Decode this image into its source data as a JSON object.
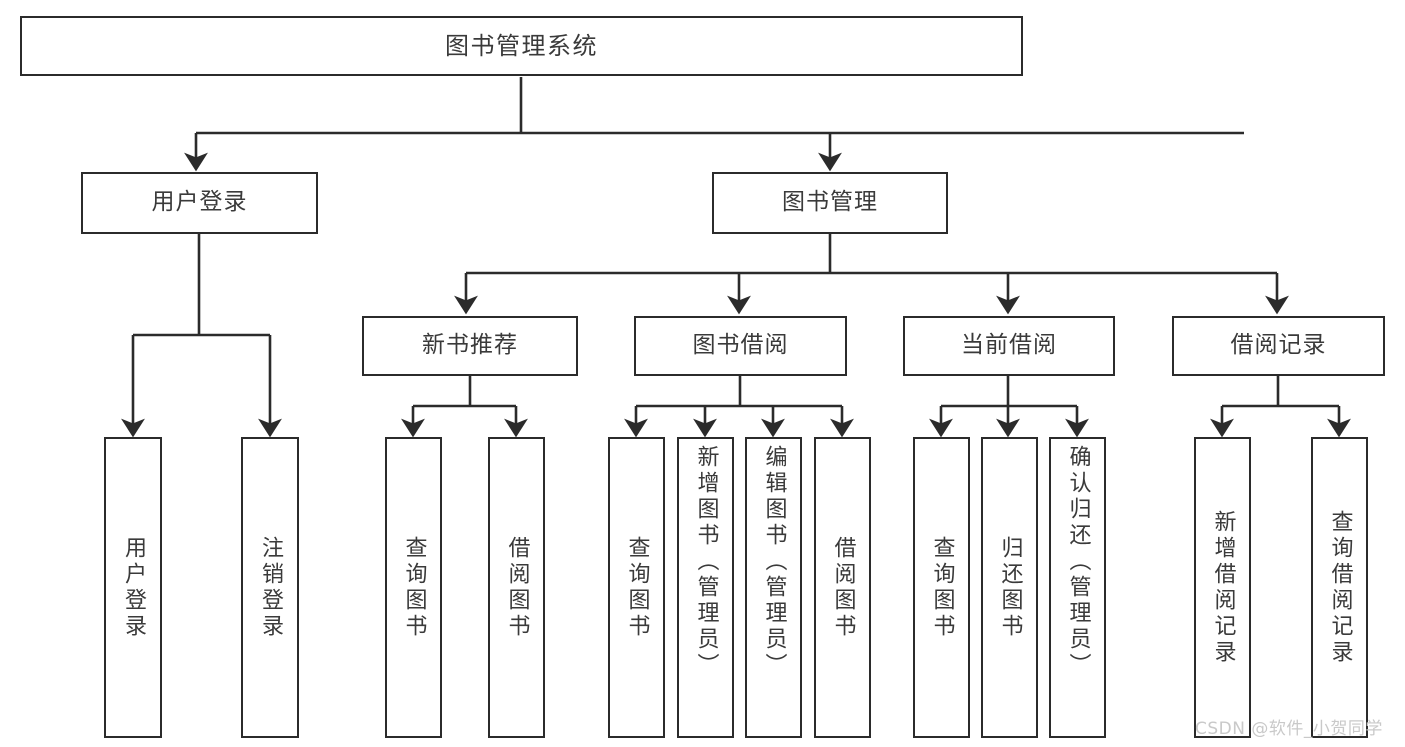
{
  "diagram": {
    "title": "图书管理系统",
    "type": "tree",
    "levels": 4,
    "line_color": "#2b2b2b",
    "text_color": "#3a3a3a",
    "box_fill": "#ffffff",
    "background": "#ffffff"
  },
  "nodes": {
    "root": {
      "label": "图书管理系统"
    },
    "level2": [
      {
        "id": "user-login",
        "label": "用户登录"
      },
      {
        "id": "book-manage",
        "label": "图书管理"
      }
    ],
    "level3": [
      {
        "id": "new-book-recommend",
        "label": "新书推荐"
      },
      {
        "id": "book-borrow",
        "label": "图书借阅"
      },
      {
        "id": "current-borrow",
        "label": "当前借阅"
      },
      {
        "id": "borrow-record",
        "label": "借阅记录"
      }
    ],
    "leaves": [
      {
        "id": "leaf-user-login",
        "label": "用户登录",
        "parent": "user-login"
      },
      {
        "id": "leaf-user-logout",
        "label": "注销登录",
        "parent": "user-login"
      },
      {
        "id": "leaf-query-book-1",
        "label": "查询图书",
        "parent": "new-book-recommend"
      },
      {
        "id": "leaf-borrow-book-1",
        "label": "借阅图书",
        "parent": "new-book-recommend"
      },
      {
        "id": "leaf-query-book-2",
        "label": "查询图书",
        "parent": "book-borrow"
      },
      {
        "id": "leaf-add-book",
        "label": "新增图书（管理员）",
        "parent": "book-borrow"
      },
      {
        "id": "leaf-edit-book",
        "label": "编辑图书（管理员）",
        "parent": "book-borrow"
      },
      {
        "id": "leaf-borrow-book-2",
        "label": "借阅图书",
        "parent": "book-borrow"
      },
      {
        "id": "leaf-query-book-3",
        "label": "查询图书",
        "parent": "current-borrow"
      },
      {
        "id": "leaf-return-book",
        "label": "归还图书",
        "parent": "current-borrow"
      },
      {
        "id": "leaf-confirm-return",
        "label": "确认归还（管理员）",
        "parent": "current-borrow"
      },
      {
        "id": "leaf-add-record",
        "label": "新增借阅记录",
        "parent": "borrow-record"
      },
      {
        "id": "leaf-query-record",
        "label": "查询借阅记录",
        "parent": "borrow-record"
      }
    ]
  },
  "watermark": {
    "text": "CSDN @软件_小贺同学",
    "color": "#c9c9c9"
  }
}
